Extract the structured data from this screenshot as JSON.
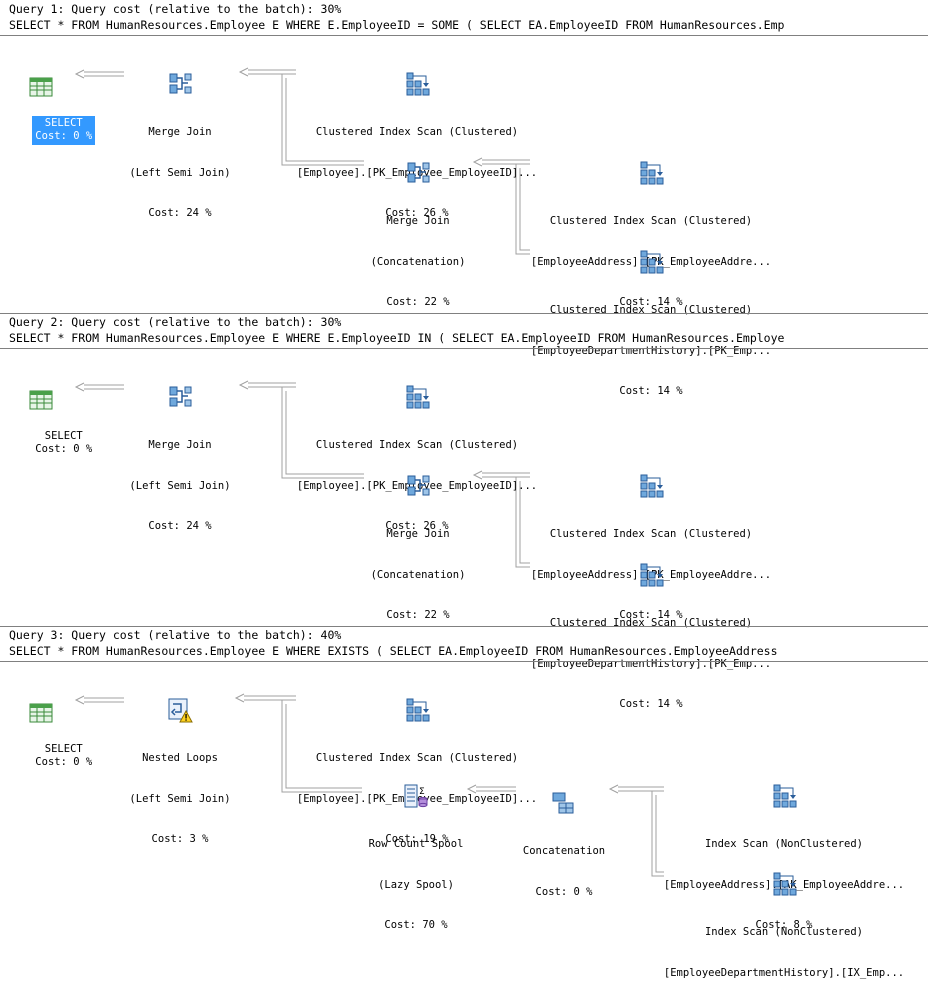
{
  "queries": [
    {
      "header": "Query 1: Query cost (relative to the batch): 30%",
      "sql": "SELECT * FROM HumanResources.Employee E WHERE E.EmployeeID = SOME ( SELECT EA.EmployeeID FROM HumanResources.Emp",
      "nodes": {
        "select": {
          "l1": "SELECT",
          "l2": "Cost: 0 %"
        },
        "merge1": {
          "l1": "Merge Join",
          "l2": "(Left Semi Join)",
          "l3": "Cost: 24 %"
        },
        "cis1": {
          "l1": "Clustered Index Scan (Clustered)",
          "l2": "[Employee].[PK_Employee_EmployeeID]...",
          "l3": "Cost: 26 %"
        },
        "merge2": {
          "l1": "Merge Join",
          "l2": "(Concatenation)",
          "l3": "Cost: 22 %"
        },
        "cis2": {
          "l1": "Clustered Index Scan (Clustered)",
          "l2": "[EmployeeAddress].[PK_EmployeeAddre...",
          "l3": "Cost: 14 %"
        },
        "cis3": {
          "l1": "Clustered Index Scan (Clustered)",
          "l2": "[EmployeeDepartmentHistory].[PK_Emp...",
          "l3": "Cost: 14 %"
        }
      }
    },
    {
      "header": "Query 2: Query cost (relative to the batch): 30%",
      "sql": "SELECT * FROM HumanResources.Employee E WHERE E.EmployeeID IN ( SELECT EA.EmployeeID FROM HumanResources.Employe",
      "nodes": {
        "select": {
          "l1": "SELECT",
          "l2": "Cost: 0 %"
        },
        "merge1": {
          "l1": "Merge Join",
          "l2": "(Left Semi Join)",
          "l3": "Cost: 24 %"
        },
        "cis1": {
          "l1": "Clustered Index Scan (Clustered)",
          "l2": "[Employee].[PK_Employee_EmployeeID]...",
          "l3": "Cost: 26 %"
        },
        "merge2": {
          "l1": "Merge Join",
          "l2": "(Concatenation)",
          "l3": "Cost: 22 %"
        },
        "cis2": {
          "l1": "Clustered Index Scan (Clustered)",
          "l2": "[EmployeeAddress].[PK_EmployeeAddre...",
          "l3": "Cost: 14 %"
        },
        "cis3": {
          "l1": "Clustered Index Scan (Clustered)",
          "l2": "[EmployeeDepartmentHistory].[PK_Emp...",
          "l3": "Cost: 14 %"
        }
      }
    },
    {
      "header": "Query 3: Query cost (relative to the batch): 40%",
      "sql": "SELECT * FROM HumanResources.Employee E WHERE EXISTS ( SELECT EA.EmployeeID FROM HumanResources.EmployeeAddress",
      "nodes": {
        "select": {
          "l1": "SELECT",
          "l2": "Cost: 0 %"
        },
        "nested": {
          "l1": "Nested Loops",
          "l2": "(Left Semi Join)",
          "l3": "Cost: 3 %"
        },
        "cis1": {
          "l1": "Clustered Index Scan (Clustered)",
          "l2": "[Employee].[PK_Employee_EmployeeID]...",
          "l3": "Cost: 19 %"
        },
        "spool": {
          "l1": "Row Count Spool",
          "l2": "(Lazy Spool)",
          "l3": "Cost: 70 %"
        },
        "concat": {
          "l1": "Concatenation",
          "l2": "Cost: 0 %"
        },
        "is1": {
          "l1": "Index Scan (NonClustered)",
          "l2": "[EmployeeAddress].[AK_EmployeeAddre...",
          "l3": "Cost: 8 %"
        },
        "is2": {
          "l1": "Index Scan (NonClustered)",
          "l2": "[EmployeeDepartmentHistory].[IX_Emp..."
        }
      }
    }
  ],
  "colors": {
    "selection": "#3399ff",
    "separator": "#808080",
    "arrow": "#808080"
  },
  "icons": [
    "select-table-icon",
    "merge-join-icon",
    "clustered-index-scan-icon",
    "nested-loops-warning-icon",
    "row-count-spool-icon",
    "concatenation-icon",
    "index-scan-icon"
  ]
}
